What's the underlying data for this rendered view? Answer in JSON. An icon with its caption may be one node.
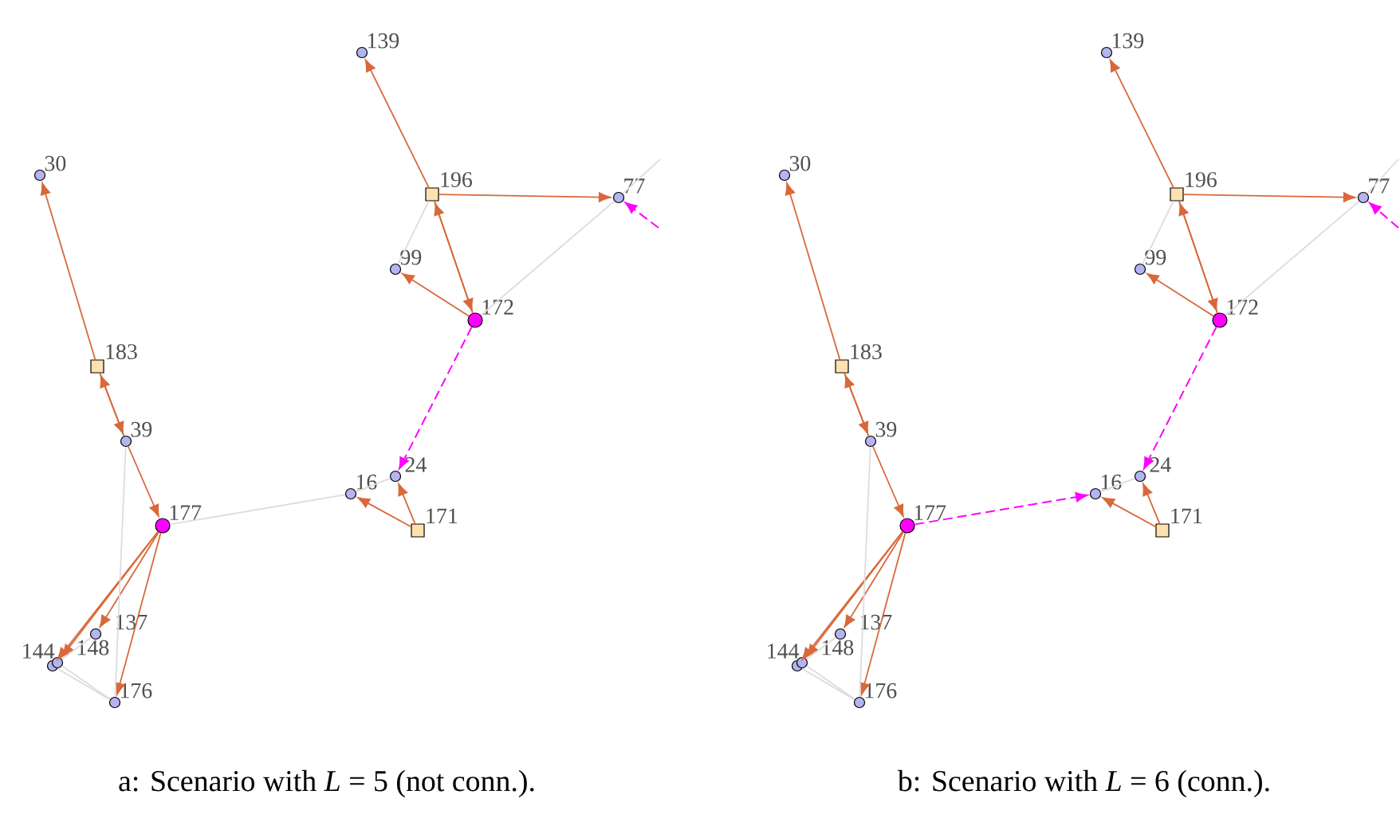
{
  "diagram": {
    "nodes": [
      {
        "text": [
          "30"
        ]
      },
      {
        "text": [
          "183"
        ]
      },
      {
        "text": [
          "39"
        ]
      },
      {
        "text": [
          "177"
        ]
      },
      {
        "text": [
          "137"
        ]
      },
      {
        "text": [
          "144"
        ]
      },
      {
        "text": [
          "148"
        ]
      },
      {
        "text": [
          "176"
        ]
      },
      {
        "text": [
          "16"
        ]
      },
      {
        "text": [
          "24"
        ]
      },
      {
        "text": [
          "171"
        ]
      },
      {
        "text": [
          "172"
        ]
      },
      {
        "text": [
          "99"
        ]
      },
      {
        "text": [
          "196"
        ]
      },
      {
        "text": [
          "139"
        ]
      },
      {
        "text": [
          "77"
        ]
      },
      {
        "text": [
          "30"
        ]
      },
      {
        "text": [
          "183"
        ]
      },
      {
        "text": [
          "39"
        ]
      },
      {
        "text": [
          "177"
        ]
      },
      {
        "text": [
          "137"
        ]
      },
      {
        "text": [
          "144"
        ]
      },
      {
        "text": [
          "148"
        ]
      },
      {
        "text": [
          "176"
        ]
      },
      {
        "text": [
          "16"
        ]
      },
      {
        "text": [
          "24"
        ]
      },
      {
        "text": [
          "171"
        ]
      },
      {
        "text": [
          "172"
        ]
      },
      {
        "text": [
          "99"
        ]
      },
      {
        "text": [
          "196"
        ]
      },
      {
        "text": [
          "139"
        ]
      },
      {
        "text": [
          "77"
        ]
      }
    ],
    "edges": [
      {
        "from": 1,
        "to": 0,
        "arrow": "to"
      },
      {
        "from": 1,
        "to": 2,
        "arrow": "to"
      },
      {
        "from": 2,
        "to": 1,
        "arrow": "to"
      },
      {
        "from": 2,
        "to": 3,
        "arrow": "to"
      },
      {
        "from": 3,
        "to": 4,
        "arrow": "to"
      },
      {
        "from": 3,
        "to": 5,
        "arrow": "to"
      },
      {
        "from": 3,
        "to": 6,
        "arrow": "to"
      },
      {
        "from": 3,
        "to": 7,
        "arrow": "to"
      },
      {
        "from": 2,
        "to": 7,
        "arrow": "none",
        "color": "#dddddd"
      },
      {
        "from": 5,
        "to": 7,
        "arrow": "none",
        "color": "#dddddd"
      },
      {
        "from": 6,
        "to": 7,
        "arrow": "none",
        "color": "#dddddd"
      },
      {
        "from": 4,
        "to": 6,
        "arrow": "none",
        "color": "#dddddd"
      },
      {
        "from": 3,
        "to": 8,
        "arrow": "none",
        "color": "#dddddd"
      },
      {
        "from": 8,
        "to": 9,
        "arrow": "none",
        "color": "#dddddd"
      },
      {
        "from": 10,
        "to": 8,
        "arrow": "to"
      },
      {
        "from": 10,
        "to": 9,
        "arrow": "to"
      },
      {
        "from": 11,
        "to": 9,
        "arrow": "to",
        "style": "dashed",
        "color": "#ff00ff"
      },
      {
        "from": 11,
        "to": 15,
        "arrow": "none",
        "color": "#dddddd"
      },
      {
        "from": 15,
        "to": null,
        "arrow": "none",
        "color": "#dddddd"
      },
      {
        "from": 13,
        "to": 11,
        "arrow": "to"
      },
      {
        "from": 11,
        "to": 13,
        "arrow": "to"
      },
      {
        "from": 11,
        "to": 12,
        "arrow": "to"
      },
      {
        "from": 13,
        "to": 14,
        "arrow": "to"
      },
      {
        "from": 13,
        "to": 15,
        "arrow": "to"
      },
      {
        "from": 13,
        "to": 12,
        "arrow": "none",
        "color": "#dddddd"
      },
      {
        "from": null,
        "to": 15,
        "arrow": "to",
        "style": "dashed",
        "color": "#ff00ff"
      },
      {
        "from": 17,
        "to": 16,
        "arrow": "to"
      },
      {
        "from": 17,
        "to": 18,
        "arrow": "to"
      },
      {
        "from": 18,
        "to": 17,
        "arrow": "to"
      },
      {
        "from": 18,
        "to": 19,
        "arrow": "to"
      },
      {
        "from": 19,
        "to": 20,
        "arrow": "to"
      },
      {
        "from": 19,
        "to": 21,
        "arrow": "to"
      },
      {
        "from": 19,
        "to": 22,
        "arrow": "to"
      },
      {
        "from": 19,
        "to": 23,
        "arrow": "to"
      },
      {
        "from": 18,
        "to": 23,
        "arrow": "none",
        "color": "#dddddd"
      },
      {
        "from": 21,
        "to": 23,
        "arrow": "none",
        "color": "#dddddd"
      },
      {
        "from": 22,
        "to": 23,
        "arrow": "none",
        "color": "#dddddd"
      },
      {
        "from": 20,
        "to": 22,
        "arrow": "none",
        "color": "#dddddd"
      },
      {
        "from": 19,
        "to": 24,
        "arrow": "to",
        "style": "dashed",
        "color": "#ff00ff"
      },
      {
        "from": 24,
        "to": 25,
        "arrow": "none",
        "color": "#dddddd"
      },
      {
        "from": 26,
        "to": 24,
        "arrow": "to"
      },
      {
        "from": 26,
        "to": 25,
        "arrow": "to"
      },
      {
        "from": 27,
        "to": 25,
        "arrow": "to",
        "style": "dashed",
        "color": "#ff00ff"
      },
      {
        "from": 27,
        "to": 31,
        "arrow": "none",
        "color": "#dddddd"
      },
      {
        "from": 31,
        "to": null,
        "arrow": "none",
        "color": "#dddddd"
      },
      {
        "from": 29,
        "to": 27,
        "arrow": "to"
      },
      {
        "from": 27,
        "to": 29,
        "arrow": "to"
      },
      {
        "from": 27,
        "to": 28,
        "arrow": "to"
      },
      {
        "from": 29,
        "to": 30,
        "arrow": "to"
      },
      {
        "from": 29,
        "to": 31,
        "arrow": "to"
      },
      {
        "from": 29,
        "to": 28,
        "arrow": "none",
        "color": "#dddddd"
      },
      {
        "from": null,
        "to": 31,
        "arrow": "to",
        "style": "dashed",
        "color": "#ff00ff"
      }
    ],
    "labels": [
      "a: Scenario with *L* = 5 (not conn.).",
      "b: Scenario with *L* = 6 (conn.)."
    ]
  }
}
